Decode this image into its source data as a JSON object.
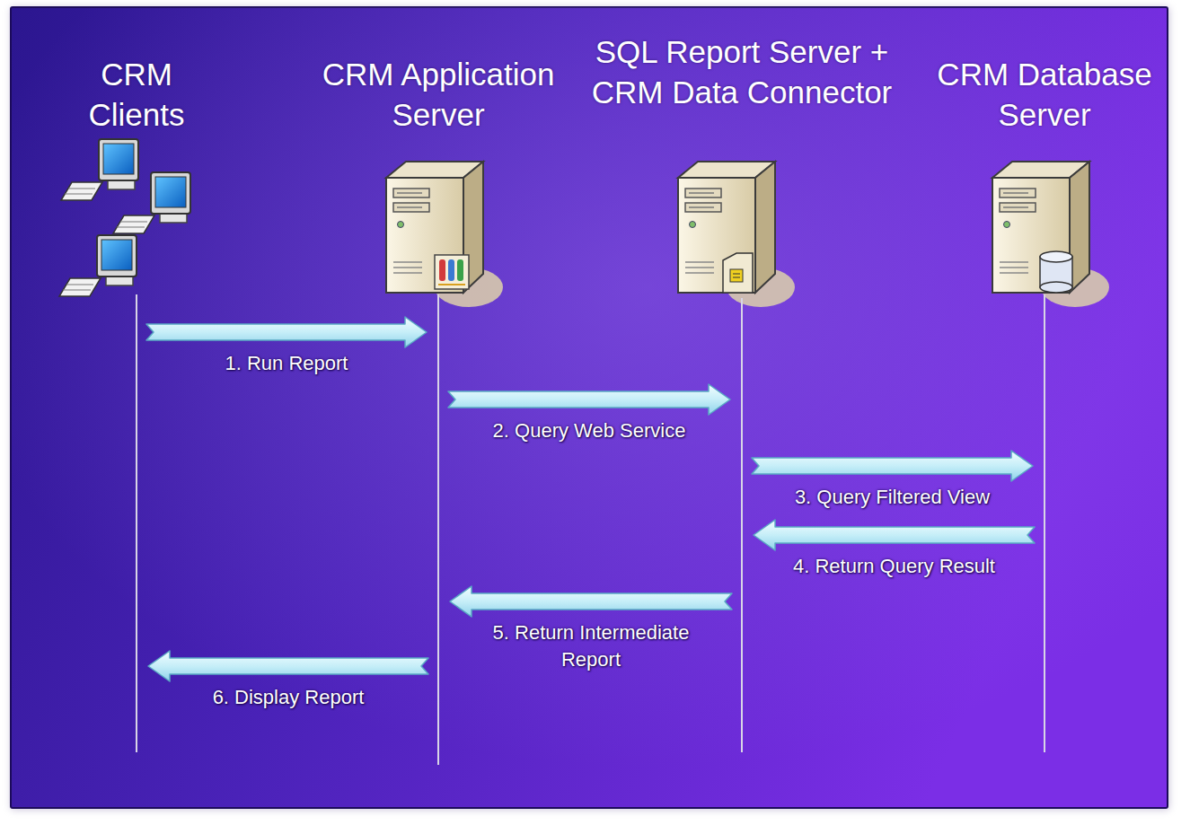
{
  "diagram": {
    "nodes": [
      {
        "text": [
          "CRM Clients"
        ]
      },
      {
        "text": [
          "CRM Application Server"
        ]
      },
      {
        "text": [
          "SQL Report Server + CRM Data Connector"
        ]
      },
      {
        "text": [
          "CRM Database Server"
        ]
      }
    ],
    "edges": [
      {
        "from": 0,
        "to": 1,
        "label": "1. Run Report",
        "arrow": "to"
      },
      {
        "from": 1,
        "to": 2,
        "label": "2. Query Web Service",
        "arrow": "to"
      },
      {
        "from": 2,
        "to": 3,
        "label": "3. Query Filtered View",
        "arrow": "to"
      },
      {
        "from": 3,
        "to": 2,
        "label": "4. Return Query Result",
        "arrow": "to"
      },
      {
        "from": 2,
        "to": 1,
        "label": "5. Return Intermediate Report",
        "arrow": "to"
      },
      {
        "from": 1,
        "to": 0,
        "label": "6. Display Report",
        "arrow": "to"
      }
    ]
  }
}
